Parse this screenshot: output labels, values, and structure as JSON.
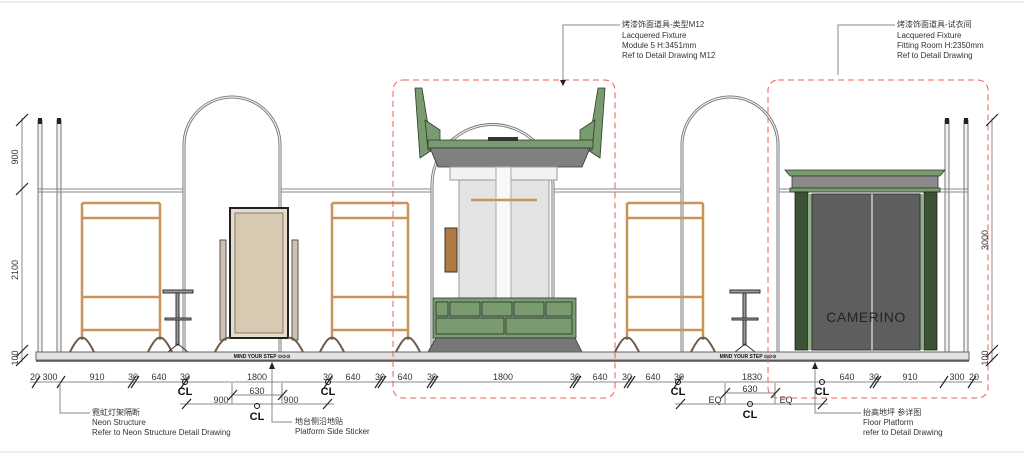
{
  "callouts": {
    "fixture_m12": {
      "cn": "烤漆饰面道具-类型M12",
      "line1": "Lacquered Fixture",
      "line2": "Module 5 H:3451mm",
      "line3": "Ref to Detail Drawing M12"
    },
    "fitting_room": {
      "cn": "烤漆饰面道具-试衣间",
      "line1": "Lacquered Fixture",
      "line2": "Fitting Room H:2350mm",
      "line3": "Ref to Detail Drawing"
    },
    "neon": {
      "cn": "霓虹灯架隔断",
      "line1": "Neon Structure",
      "line2": "Refer to Neon Structure Detail Drawing"
    },
    "sticker": {
      "cn": "地台侧沿地贴",
      "line1": "Platform Side Sticker"
    },
    "floor": {
      "cn": "抬高地坪 参详图",
      "line1": "Floor Platform",
      "line2": "refer to Detail Drawing"
    }
  },
  "signage": {
    "camerino": "CAMERINO",
    "mind_step": "MIND YOUR STEP ⊙⊙⊙"
  },
  "dimensions": {
    "left_vertical": [
      "900",
      "2100",
      "100"
    ],
    "right_vertical": [
      "3000",
      "100"
    ],
    "horizontal": [
      "20",
      "300",
      "910",
      "30",
      "640",
      "30",
      "1800",
      "30",
      "640",
      "30",
      "640",
      "30",
      "1800",
      "30",
      "640",
      "30",
      "640",
      "30",
      "1830",
      "640",
      "30",
      "910",
      "300",
      "20"
    ],
    "sub_left": {
      "center": "630",
      "left": "900",
      "right": "900"
    },
    "sub_right": {
      "center": "630",
      "left": "EQ",
      "right": "EQ"
    },
    "centerline": "CL"
  },
  "colors": {
    "green": "#7a9a70",
    "dark_green": "#3c5234",
    "wood": "#c89458",
    "red_dash": "#f05a5a"
  }
}
